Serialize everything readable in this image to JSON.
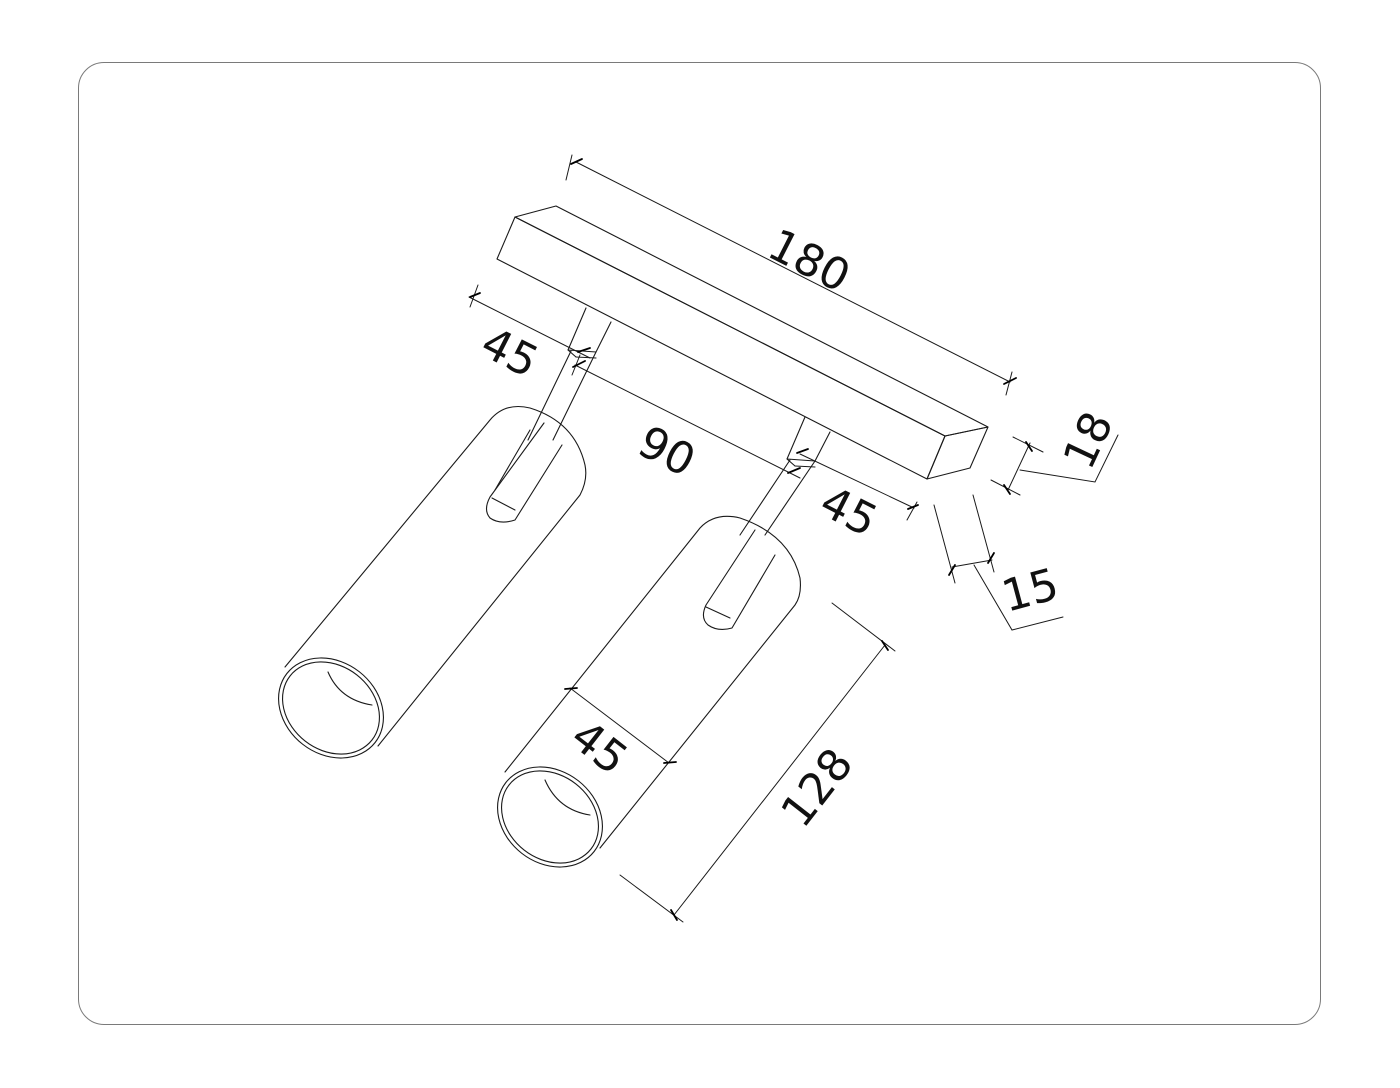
{
  "drawing": {
    "subject": "Twin spotlight ceiling fixture with rectangular base and two cylindrical heads",
    "units": "mm",
    "line_color": "#1a1a1a",
    "frame_color": "#7a7a7a",
    "background": "#ffffff"
  },
  "dimensions": {
    "base_length": "180",
    "left_offset": "45",
    "spot_spacing": "90",
    "right_offset": "45",
    "base_height": "18",
    "base_width": "15",
    "head_diameter": "45",
    "head_length": "128"
  }
}
